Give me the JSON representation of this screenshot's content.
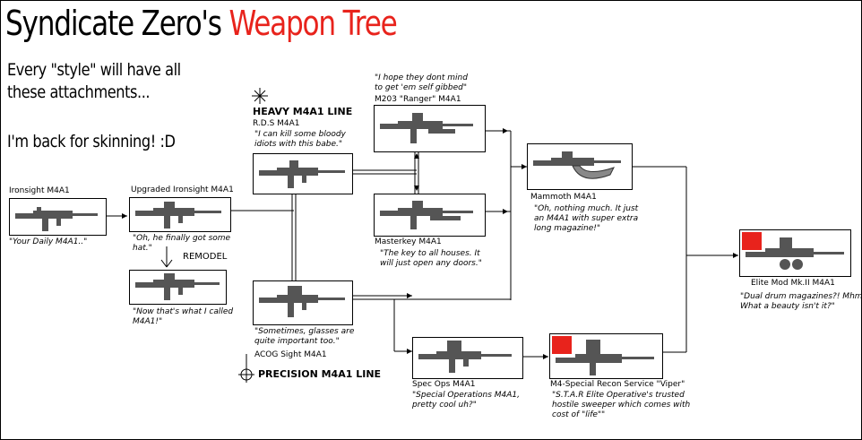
{
  "title": {
    "black": "Syndicate Zero's",
    "red": "Weapon Tree"
  },
  "notes": {
    "line1": "Every \"style\" will have all",
    "line2": "these attachments...",
    "line3": "I'm back for skinning! :D"
  },
  "lines": {
    "heavy": "HEAVY M4A1 LINE",
    "precision": "PRECISION M4A1 LINE"
  },
  "remodel": "REMODEL",
  "colors": {
    "title_red": "#e8231c",
    "badge": "#e8231c"
  },
  "weapons": {
    "ironsight": {
      "name": "Ironsight M4A1",
      "quote": "\"Your Daily M4A1..\""
    },
    "upgraded": {
      "name": "Upgraded Ironsight M4A1",
      "quote": "\"Oh, he finally got some\nhat.\""
    },
    "remodel": {
      "quote": "\"Now that's what I called\nM4A1!\""
    },
    "rds": {
      "name": "R.D.S M4A1",
      "quote": "\"I can kill some bloody\nidiots with this babe.\""
    },
    "acog": {
      "name": "ACOG Sight M4A1",
      "quote": "\"Sometimes, glasses are\nquite important too.\""
    },
    "m203": {
      "name": "M203 \"Ranger\" M4A1",
      "quote": "\"I hope they dont mind\nto get 'em self gibbed\""
    },
    "masterkey": {
      "name": "Masterkey M4A1",
      "quote": "\"The key to all houses. It\nwill just open any doors.\""
    },
    "mammoth": {
      "name": "Mammoth M4A1",
      "quote": "\"Oh, nothing much. It just\nan M4A1 with super extra\nlong magazine!\""
    },
    "specops": {
      "name": "Spec Ops M4A1",
      "quote": "\"Special Operations M4A1,\npretty cool uh?\""
    },
    "viper": {
      "name": "M4-Special Recon Service \"Viper\"",
      "quote": "\"S.T.A.R Elite Operative's trusted\nhostile sweeper which comes with\ncost of \"life\"\""
    },
    "elite": {
      "name": "Elite Mod Mk.II M4A1",
      "quote": "\"Dual drum magazines?! Mhm~\nWhat a beauty isn't it?\""
    }
  }
}
